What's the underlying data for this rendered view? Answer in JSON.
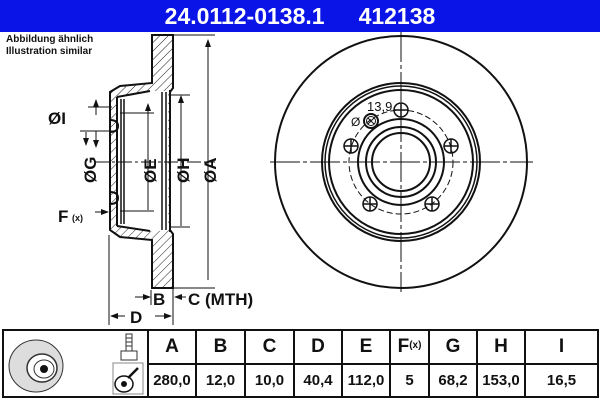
{
  "header": {
    "part_number": "24.0112-0138.1",
    "short_number": "412138",
    "background_color": "#0a14e6"
  },
  "note": {
    "line1": "Abbildung ähnlich",
    "line2": "Illustration similar"
  },
  "cross_section": {
    "labels": {
      "I": "ØI",
      "G": "ØG",
      "E": "ØE",
      "H": "ØH",
      "A": "ØA",
      "F": "F",
      "F_sub": "(x)",
      "B": "B",
      "C": "C (MTH)",
      "D": "D"
    }
  },
  "front_view": {
    "bolt_hole_label_prefix": "Ø",
    "bolt_hole_diameter": "13,9",
    "bolt_hole_count": 5
  },
  "table": {
    "icons": [
      "brake-disc-icon",
      "bolt-icon",
      "grease-application-icon"
    ],
    "columns": [
      {
        "key": "A",
        "label": "A",
        "value": "280,0"
      },
      {
        "key": "B",
        "label": "B",
        "value": "12,0"
      },
      {
        "key": "C",
        "label": "C",
        "value": "10,0"
      },
      {
        "key": "D",
        "label": "D",
        "value": "40,4"
      },
      {
        "key": "E",
        "label": "E",
        "value": "112,0"
      },
      {
        "key": "F",
        "label": "F",
        "label_sub": "(x)",
        "value": "5"
      },
      {
        "key": "G",
        "label": "G",
        "value": "68,2"
      },
      {
        "key": "H",
        "label": "H",
        "value": "153,0"
      },
      {
        "key": "I",
        "label": "I",
        "value": "16,5"
      }
    ]
  }
}
